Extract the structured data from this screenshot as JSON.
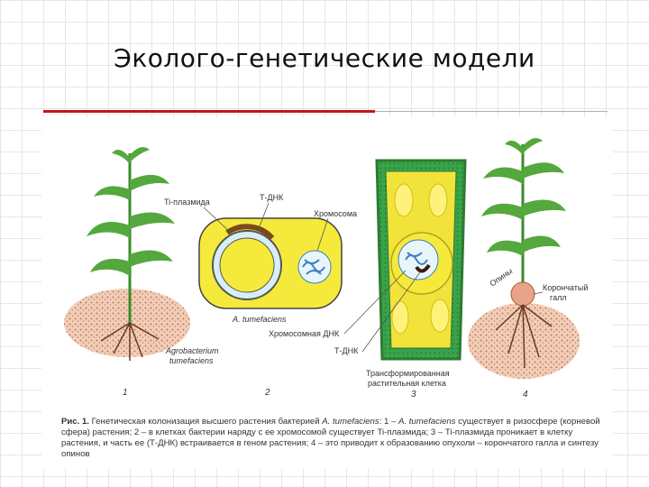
{
  "slide": {
    "title": "Эколого-генетические модели"
  },
  "labels": {
    "ti_plasmid": "Ti-плазмида",
    "t_dna_top": "Т-ДНК",
    "chromosome": "Хромосома",
    "a_tumefaciens": "A. tumefaciens",
    "agrobacterium_line1": "Agrobacterium",
    "agrobacterium_line2": "tumefaciens",
    "chromosomal_dna": "Хромосомная ДНК",
    "t_dna_bottom": "Т-ДНК",
    "transformed_line1": "Трансформированная",
    "transformed_line2": "растительная клетка",
    "opines": "Опины",
    "crown_gall_line1": "Корончатый",
    "crown_gall_line2": "галл",
    "num1": "1",
    "num2": "2",
    "num3": "3",
    "num4": "4"
  },
  "caption": {
    "prefix": "Рис. 1.",
    "text1": " Генетическая колонизация высшего растения бактерией ",
    "species": "A. tumefaciens",
    "text2": ": 1 – ",
    "species2": "A. tumefaciens",
    "text3": " существует в ризосфере (корневой сфера) растения; 2 – в клетках бактерии наряду с ее хромосомой существует Ti-плазмида; 3 – Ti-плазмида проникает в клетку растения, и часть ее (Т-ДНК) встраивается в геном растения; 4 – это приводит к образованию опухоли – корончатого галла и синтезу опинов"
  },
  "colors": {
    "accent_red": "#c0161f",
    "plant_green": "#3a9a3a",
    "cell_yellow": "#f5ea3c",
    "soil": "#e8b89c",
    "cell_wall": "#2e8b3a"
  },
  "icons": [
    "plant-icon",
    "bacterium-icon",
    "plant-cell-icon",
    "galled-plant-icon"
  ]
}
